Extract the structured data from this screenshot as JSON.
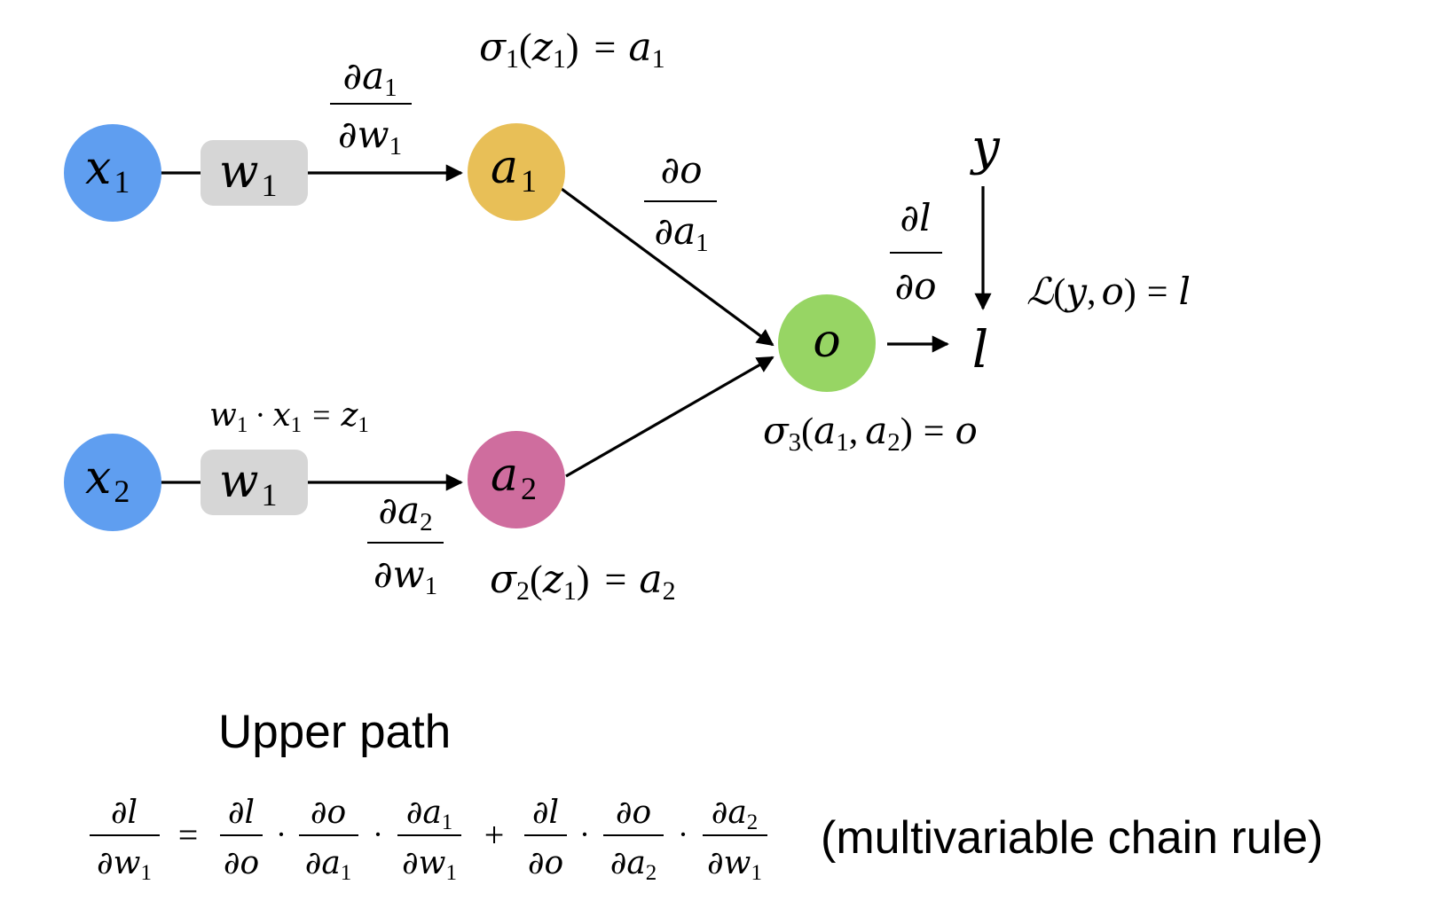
{
  "colors": {
    "input_node": "#5f9ef0",
    "weight_box": "#d6d6d6",
    "hidden_node_1": "#e8bf57",
    "hidden_node_2": "#cf6d9e",
    "output_node": "#97d564",
    "ink": "#000000"
  },
  "nodes": {
    "x1": {
      "var": "x",
      "sub": "1"
    },
    "x2": {
      "var": "x",
      "sub": "2"
    },
    "w1_top": {
      "var": "w",
      "sub": "1"
    },
    "w1_bottom": {
      "var": "w",
      "sub": "1"
    },
    "a1": {
      "var": "a",
      "sub": "1"
    },
    "a2": {
      "var": "a",
      "sub": "2"
    },
    "o": {
      "var": "o"
    },
    "y": {
      "var": "y"
    },
    "l": {
      "var": "l"
    }
  },
  "equations": {
    "sigma1": {
      "f": "σ",
      "fsub": "1",
      "arg": "z",
      "argsub": "1",
      "eq": "=",
      "res": "a",
      "ressub": "1"
    },
    "sigma2": {
      "f": "σ",
      "fsub": "2",
      "arg": "z",
      "argsub": "1",
      "eq": "=",
      "res": "a",
      "ressub": "2"
    },
    "sigma3": {
      "f": "σ",
      "fsub": "3",
      "a": "a",
      "asub": "1",
      "comma": ",",
      "b": "a",
      "bsub": "2",
      "eq": "=",
      "res": "o"
    },
    "loss": {
      "f": "ℒ",
      "a": "y",
      "comma": ",",
      "b": "o",
      "eq": "=",
      "res": "l"
    },
    "linear": {
      "w": "w",
      "wsub": "1",
      "dot": "·",
      "x": "x",
      "xsub": "1",
      "eq": "=",
      "z": "z",
      "zsub": "1"
    }
  },
  "edge_labels": {
    "da1_dw1": {
      "num": "∂a",
      "numsub": "1",
      "den": "∂w",
      "densub": "1"
    },
    "do_da1": {
      "num": "∂o",
      "den": "∂a",
      "densub": "1"
    },
    "dl_do": {
      "num": "∂l",
      "den": "∂o"
    },
    "da2_dw1": {
      "num": "∂a",
      "numsub": "2",
      "den": "∂w",
      "densub": "1"
    }
  },
  "section_title": "Upper path",
  "chain_rule": {
    "lhs": {
      "num": "∂l",
      "den": "∂w",
      "densub": "1"
    },
    "eq": "=",
    "dot": "·",
    "plus": "+",
    "t1": {
      "num": "∂l",
      "den": "∂o"
    },
    "t2": {
      "num": "∂o",
      "den": "∂a",
      "densub": "1"
    },
    "t3": {
      "num": "∂a",
      "numsub": "1",
      "den": "∂w",
      "densub": "1"
    },
    "t4": {
      "num": "∂l",
      "den": "∂o"
    },
    "t5": {
      "num": "∂o",
      "den": "∂a",
      "densub": "2"
    },
    "t6": {
      "num": "∂a",
      "numsub": "2",
      "den": "∂w",
      "densub": "1"
    },
    "caption": "(multivariable chain rule)"
  }
}
